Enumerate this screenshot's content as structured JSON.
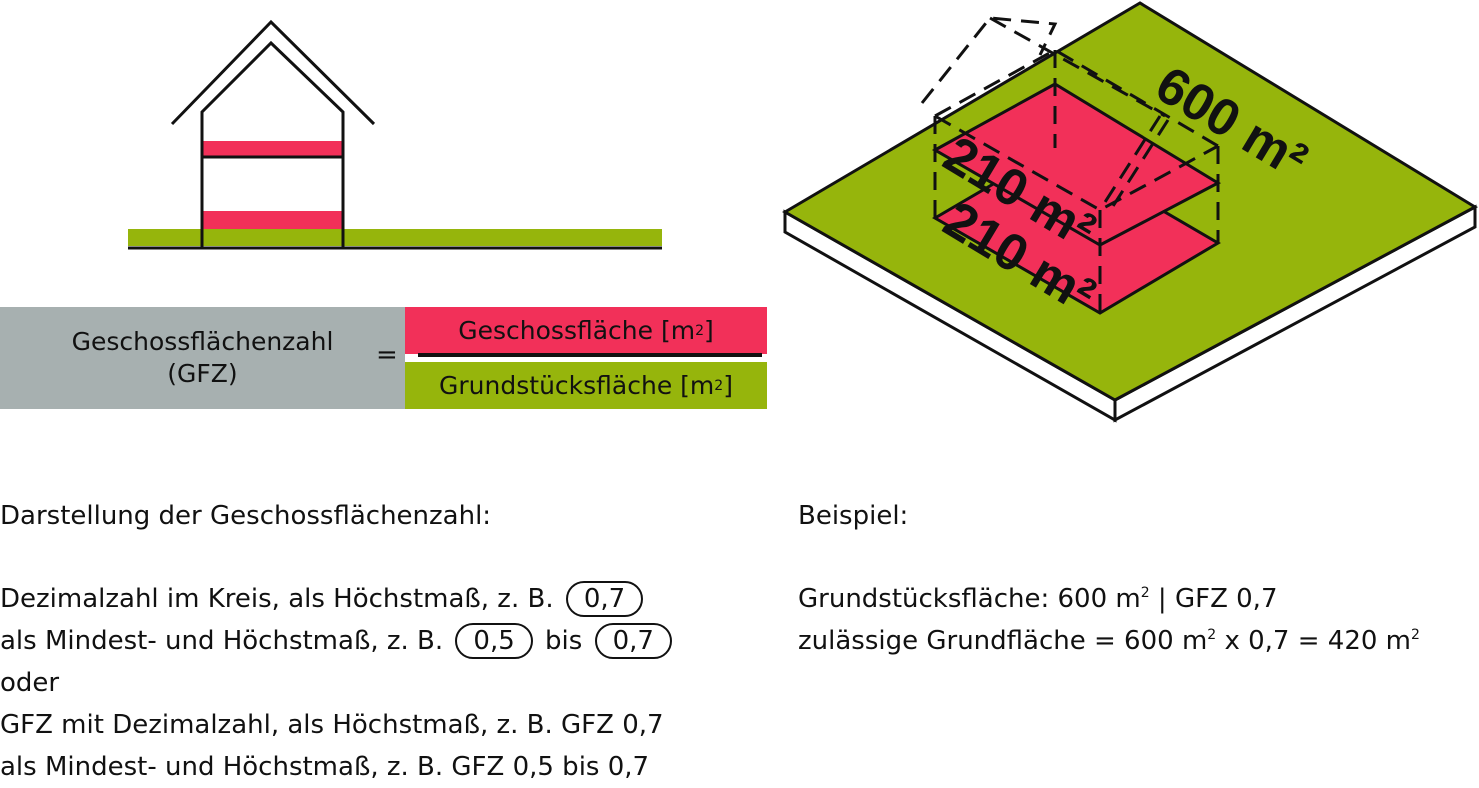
{
  "formula": {
    "lhs_line1": "Geschossflächenzahl",
    "lhs_line2": "(GFZ)",
    "equals": "=",
    "numerator": "Geschossfläche [m",
    "denominator": "Grundstücksfläche [m",
    "unit_exp": "2",
    "unit_close": "]"
  },
  "iso": {
    "plot_area": "600 m²",
    "floor_upper": "210 m²",
    "floor_lower": "210 m²"
  },
  "left_text": {
    "heading": "Darstellung der Geschossflächenzahl:",
    "line1_prefix": "Dezimalzahl im Kreis, als Höchstmaß, z. B.",
    "pill_a": "0,7",
    "line2_prefix": "als Mindest- und Höchstmaß, z. B.",
    "pill_b": "0,5",
    "bis": "bis",
    "pill_c": "0,7",
    "line3": "oder",
    "line4": "GFZ mit Dezimalzahl, als Höchstmaß, z. B. GFZ 0,7",
    "line5": "als Mindest- und Höchstmaß, z. B. GFZ 0,5 bis 0,7"
  },
  "right_text": {
    "heading": "Beispiel:",
    "line1a": "Grundstücksfläche: 600 m",
    "line1b": " | GFZ 0,7",
    "line2a": "zulässige Grundfläche = 600 m",
    "line2b": " x 0,7 = 420 m",
    "exp": "2"
  },
  "colors": {
    "red": "#f23059",
    "green": "#96b50c",
    "grey": "#a7b0b0"
  }
}
